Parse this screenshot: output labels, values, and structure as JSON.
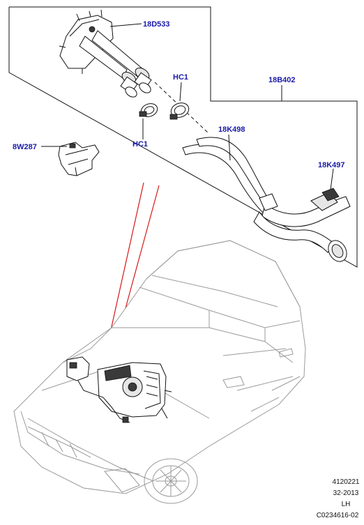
{
  "callouts": {
    "c1": "18D533",
    "c2": "HC1",
    "c3": "HC1",
    "c4": "18B402",
    "c5": "18K498",
    "c6": "8W287",
    "c7": "18K497"
  },
  "footer": {
    "line1": "4120221",
    "line2": "32-2013",
    "line3": "LH",
    "line4": "C0234616-02"
  },
  "colors": {
    "callout": "#1a1aa8",
    "leader": "#d81818"
  }
}
